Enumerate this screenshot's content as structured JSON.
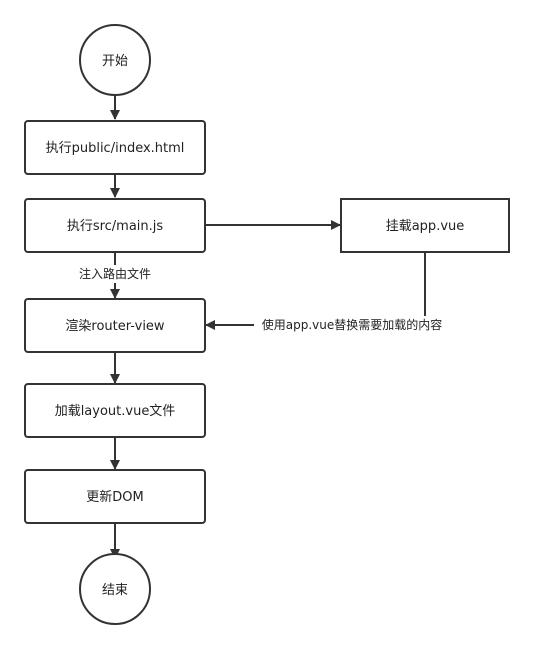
{
  "nodes": {
    "start": "开始",
    "exec_public_index": "执行public/index.html",
    "exec_main_js": "执行src/main.js",
    "mount_app_vue": "挂载app.vue",
    "render_router_view": "渲染router-view",
    "load_layout_vue": "加载layout.vue文件",
    "update_dom": "更新DOM",
    "end": "结束"
  },
  "edges": {
    "inject_router": "注入路由文件",
    "replace_with_app_vue": "使用app.vue替换需要加载的内容"
  }
}
